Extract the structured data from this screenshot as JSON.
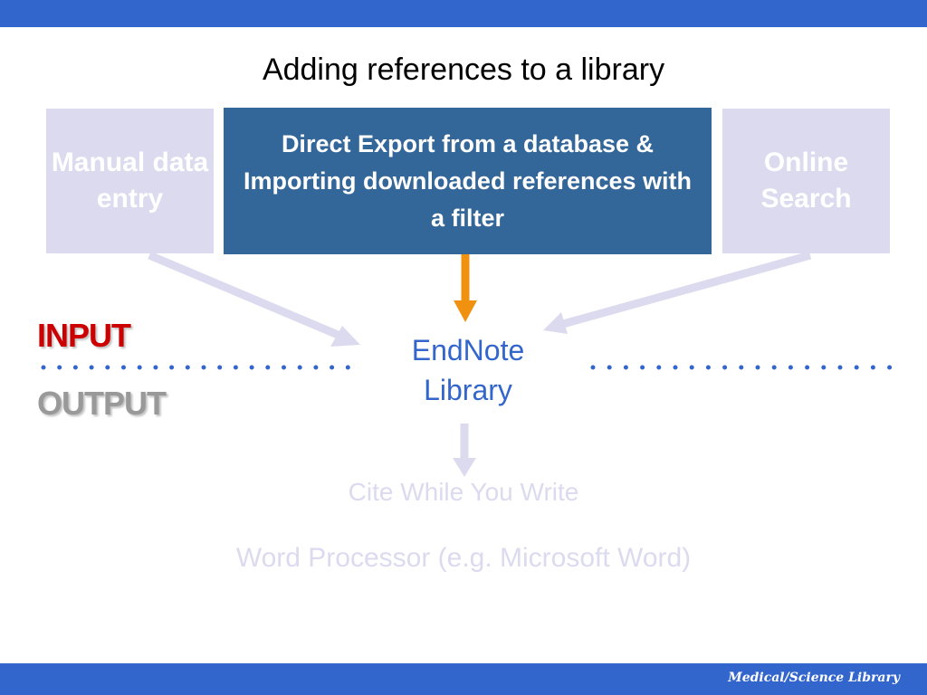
{
  "title": "Adding references to a library",
  "boxes": {
    "manual": "Manual data entry",
    "direct": "Direct Export from a database & Importing downloaded references with a filter",
    "online": "Online Search"
  },
  "labels": {
    "input": "INPUT",
    "output": "OUTPUT"
  },
  "center": "EndNote Library",
  "outputs": {
    "cite": "Cite While You Write",
    "word": "Word Processor (e.g. Microsoft Word)"
  },
  "footer": "Medical/Science Library",
  "colors": {
    "bar": "#3366cc",
    "dark_box": "#336699",
    "light_box": "#dcdaef",
    "orange_arrow": "#f0920f",
    "input": "#cc0000",
    "output": "#999999",
    "endnote": "#3366cc"
  }
}
